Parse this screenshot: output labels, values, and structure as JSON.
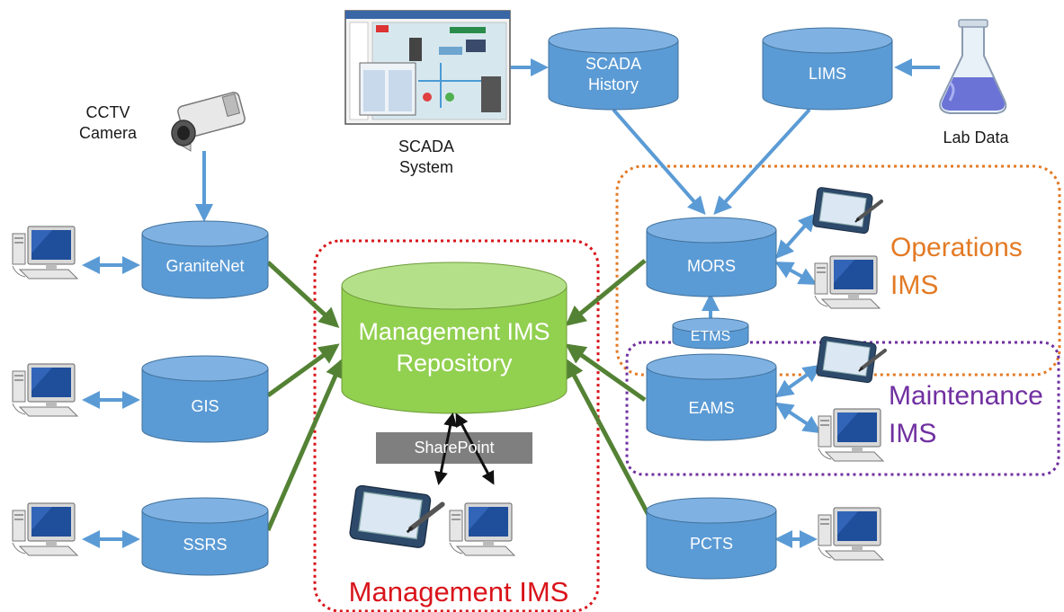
{
  "databases": {
    "granitenet": "GraniteNet",
    "gis": "GIS",
    "ssrs": "SSRS",
    "repository_line1": "Management IMS",
    "repository_line2": "Repository",
    "scada_history_line1": "SCADA",
    "scada_history_line2": "History",
    "lims": "LIMS",
    "mors": "MORS",
    "etms": "ETMS",
    "eams": "EAMS",
    "pcts": "PCTS"
  },
  "labels": {
    "cctv_line1": "CCTV",
    "cctv_line2": "Camera",
    "scada_system_line1": "SCADA",
    "scada_system_line2": "System",
    "lab_data": "Lab Data",
    "sharepoint": "SharePoint"
  },
  "regions": {
    "operations_line1": "Operations",
    "operations_line2": "IMS",
    "maintenance_line1": "Maintenance",
    "maintenance_line2": "IMS",
    "management": "Management IMS"
  },
  "colors": {
    "cylinder_blue": "#5b9bd5",
    "cylinder_blue_top": "#7fb2e2",
    "repository_green": "#92d050",
    "connector_green": "#548235",
    "arrow_blue": "#5b9bd5",
    "operations_orange": "#e37a25",
    "maintenance_purple": "#7030a0",
    "management_red": "#d9141b",
    "sharepoint_gray": "#7f7f7f"
  },
  "icons": [
    "computer-icon",
    "tablet-icon",
    "camera-icon",
    "flask-icon",
    "scada-screen-icon"
  ]
}
